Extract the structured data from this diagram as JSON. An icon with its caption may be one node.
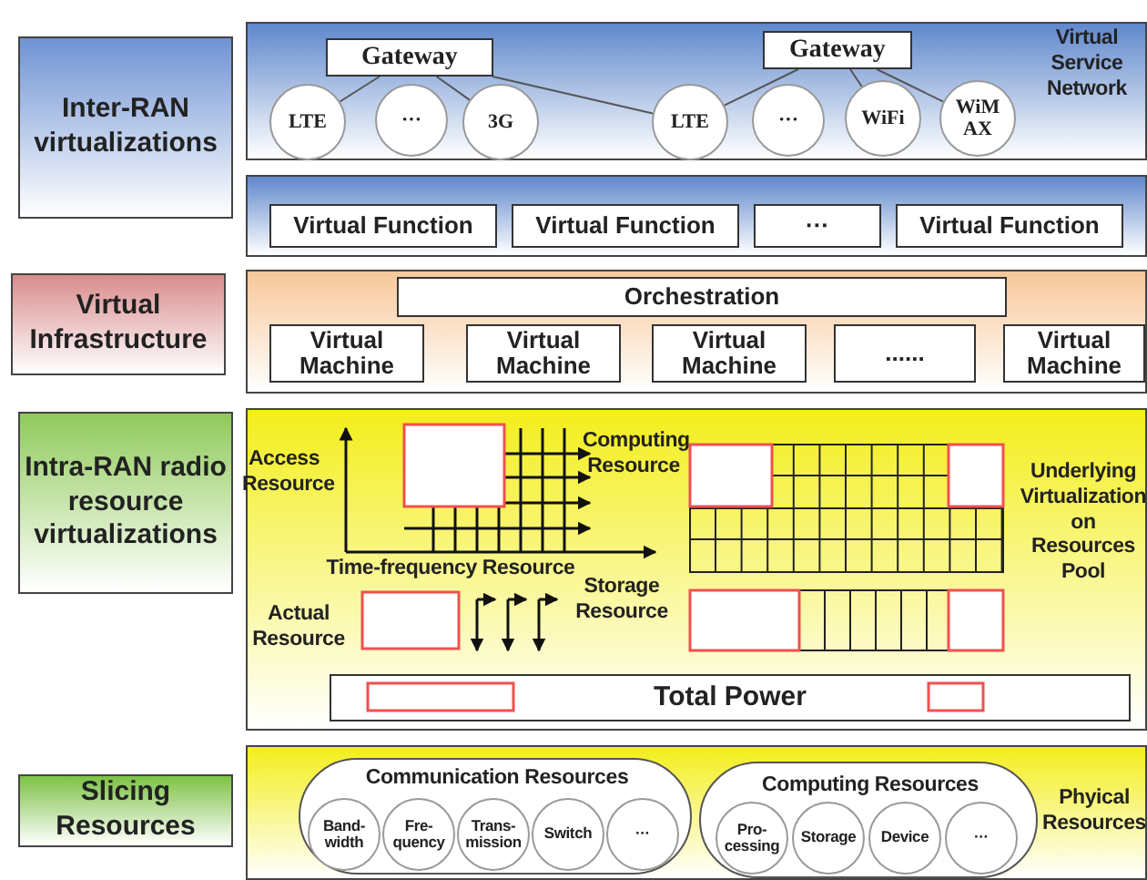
{
  "diagram": {
    "nodes": [
      {
        "text": [
          "Inter-RAN virtualizations"
        ]
      },
      {
        "text": [
          "Virtual Infrastructure"
        ]
      },
      {
        "text": [
          "Intra-RAN radio resource virtualizations"
        ]
      },
      {
        "text": [
          "Slicing Resources"
        ]
      },
      {
        "text": [
          "Virtual Service Network"
        ]
      },
      {
        "text": [
          "Gateway"
        ],
        "in": 4
      },
      {
        "text": [
          "Gateway"
        ],
        "in": 4
      },
      {
        "text": [
          "LTE"
        ],
        "in": 4
      },
      {
        "text": [
          "···"
        ],
        "in": 4
      },
      {
        "text": [
          "3G"
        ],
        "in": 4
      },
      {
        "text": [
          "LTE"
        ],
        "in": 4
      },
      {
        "text": [
          "···"
        ],
        "in": 4
      },
      {
        "text": [
          "WiFi"
        ],
        "in": 4
      },
      {
        "text": [
          "WiM AX"
        ],
        "in": 4
      },
      {
        "text": [],
        "shape": "box"
      },
      {
        "text": [
          "Virtual Function"
        ],
        "in": 14
      },
      {
        "text": [
          "Virtual Function"
        ],
        "in": 14
      },
      {
        "text": [
          "···"
        ],
        "in": 14
      },
      {
        "text": [
          "Virtual Function"
        ],
        "in": 14
      },
      {
        "text": [],
        "shape": "box"
      },
      {
        "text": [
          "Orchestration"
        ],
        "in": 19
      },
      {
        "text": [
          "Virtual Machine"
        ],
        "in": 19
      },
      {
        "text": [
          "Virtual Machine"
        ],
        "in": 19
      },
      {
        "text": [
          "Virtual Machine"
        ],
        "in": 19
      },
      {
        "text": [
          "......"
        ],
        "in": 19
      },
      {
        "text": [
          "Virtual Machine"
        ],
        "in": 19
      },
      {
        "text": [
          "Underlying Virtualization on Resources Pool"
        ]
      },
      {
        "text": [
          "Total Power"
        ],
        "in": 26
      },
      {
        "text": [
          "Phyical Resources"
        ]
      },
      {
        "text": [
          "Communication Resources"
        ],
        "in": 28
      },
      {
        "text": [
          "Band-width"
        ],
        "in": 29
      },
      {
        "text": [
          "Fre-quency"
        ],
        "in": 29
      },
      {
        "text": [
          "Trans-mission"
        ],
        "in": 29
      },
      {
        "text": [
          "Switch"
        ],
        "in": 29
      },
      {
        "text": [
          "···"
        ],
        "in": 29
      },
      {
        "text": [
          "Computing Resources"
        ],
        "in": 28
      },
      {
        "text": [
          "Pro-cessing"
        ],
        "in": 35
      },
      {
        "text": [
          "Storage"
        ],
        "in": 35
      },
      {
        "text": [
          "Device"
        ],
        "in": 35
      },
      {
        "text": [
          "···"
        ],
        "in": 35
      }
    ],
    "edges": [
      {
        "from": 5,
        "to": 7,
        "arrow": "none"
      },
      {
        "from": 5,
        "to": 9,
        "arrow": "none"
      },
      {
        "from": 5,
        "to": 10,
        "arrow": "none"
      },
      {
        "from": 6,
        "to": 10,
        "arrow": "none"
      },
      {
        "from": 6,
        "to": 12,
        "arrow": "none"
      },
      {
        "from": 6,
        "to": 13,
        "arrow": "none"
      }
    ],
    "labels": [
      "Access Resource",
      "Computing Resource",
      "Time-frequency Resource",
      "Actual Resource",
      "Storage Resource"
    ]
  }
}
